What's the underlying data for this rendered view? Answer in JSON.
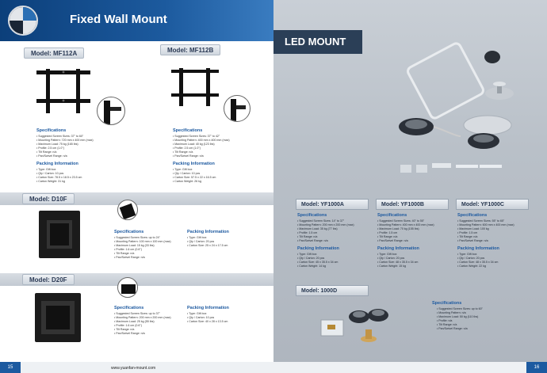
{
  "left_page": {
    "title": "Fixed Wall Mount",
    "page_number": "15",
    "url": "www.yuanfan-mount.com",
    "mf112a": {
      "model": "Model: MF112A",
      "spec_heading": "Specifications",
      "specs": [
        "Suggested Screen Sizes: 37\" to 60\"",
        "Mounting Pattern: 720 mm x 400 mm (max)",
        "Maximum Load: 75 kg (165 lbs)",
        "Profile: 2.5 cm (1.0\")",
        "Tilt Range: n/a",
        "Pan/Swivel Range: n/a"
      ],
      "pack_heading": "Packing Information",
      "packing": [
        "Type: Gift box",
        "Qty / Carton: 10 pcs",
        "Carton Size: 78.5 x 18.5 x 23.5 cm",
        "Carton Weight: 31 kg"
      ]
    },
    "mf112b": {
      "model": "Model: MF112B",
      "spec_heading": "Specifications",
      "specs": [
        "Suggested Screen Sizes: 37\" to 42\"",
        "Mounting Pattern: 400 mm x 400 mm (max)",
        "Maximum Load: 40 kg (123 lbs)",
        "Profile: 2.5 cm (1.0\")",
        "Tilt Range: n/a",
        "Pan/Swivel Range: n/a"
      ],
      "pack_heading": "Packing Information",
      "packing": [
        "Type: Gift box",
        "Qty / Carton: 10 pcs",
        "Carton Size: 57.5 x 22 x 16.5 cm",
        "Carton Weight: 26 kg"
      ]
    },
    "d10f": {
      "model": "Model: D10F",
      "spec_heading": "Specifications",
      "specs": [
        "Suggested Screen Sizes: up to 24\"",
        "Mounting Pattern: 100 mm x 100 mm (max)",
        "Maximum Load: 15 kg (33 lbs)",
        "Profile: 1.6 cm (0.6\")",
        "Tilt Range: n/a",
        "Pan/Swivel Range: n/a"
      ],
      "pack_heading": "Packing Information",
      "packing": [
        "Type: Gift box",
        "Qty / Carton: 20 pcs",
        "Carton Size: 25 x 24 x 17.5 cm"
      ]
    },
    "d20f": {
      "model": "Model: D20F",
      "spec_heading": "Specifications",
      "specs": [
        "Suggested Screen Sizes: up to 37\"",
        "Mounting Pattern: 200 mm x 200 mm (max)",
        "Maximum Load: 25 kg (55 lbs)",
        "Profile: 1.6 cm (0.6\")",
        "Tilt Range: n/a",
        "Pan/Swivel Range: n/a"
      ],
      "pack_heading": "Packing Information",
      "packing": [
        "Type: Gift box",
        "Qty / Carton: 10 pcs",
        "Carton Size: 40 x 28 x 13.5 cm"
      ]
    }
  },
  "right_page": {
    "title": "LED MOUNT",
    "page_number": "16",
    "yf1000a": {
      "model": "Model: YF1000A",
      "spec_heading": "Specifications",
      "specs": [
        "Suggested Screen Sizes: 14\" to 37\"",
        "Mounting Pattern: 200 mm x 200 mm (max)",
        "Maximum Load: 35 kg (77 lbs)",
        "Profile: 1.5 cm",
        "Tilt Range: n/a",
        "Pan/Swivel Range: n/a"
      ],
      "pack_heading": "Packing Information",
      "packing": [
        "Type: Gift box",
        "Qty / Carton: 20 pcs",
        "Carton Size: 45 x 35.5 x 34 cm",
        "Carton Weight: 14 kg"
      ]
    },
    "yf1000b": {
      "model": "Model: YF1000B",
      "spec_heading": "Specifications",
      "specs": [
        "Suggested Screen Sizes: 40\" to 55\"",
        "Mounting Pattern: 400 mm x 400 mm (max)",
        "Maximum Load: 70 kg (155 lbs)",
        "Profile: 1.5 cm",
        "Tilt Range: n/a",
        "Pan/Swivel Range: n/a"
      ],
      "pack_heading": "Packing Information",
      "packing": [
        "Type: Gift box",
        "Qty / Carton: 20 pcs",
        "Carton Size: 48 x 35.5 x 34 cm",
        "Carton Weight: 15 kg"
      ]
    },
    "yf1000c": {
      "model": "Model: YF1000C",
      "spec_heading": "Specifications",
      "specs": [
        "Suggested Screen Sizes: 55\" to 65\"",
        "Mounting Pattern: 600 mm x 400 mm (max)",
        "Maximum Load: 100 kg",
        "Profile: 1.5 cm",
        "Tilt Range: n/a",
        "Pan/Swivel Range: n/a"
      ],
      "pack_heading": "Packing Information",
      "packing": [
        "Type: Gift box",
        "Qty / Carton: 20 pcs",
        "Carton Size: 48 x 35.5 x 34 cm",
        "Carton Weight: 22 kg"
      ]
    },
    "m1000d": {
      "model": "Model: 1000D",
      "spec_heading": "Specifications",
      "specs": [
        "Suggested Screen Sizes: up to 60\"",
        "Mounting Pattern: n/a",
        "Maximum Load: 50 kg (110 lbs)",
        "Profile: n/a",
        "Tilt Range: n/a",
        "Pan/Swivel Range: n/a"
      ]
    }
  }
}
